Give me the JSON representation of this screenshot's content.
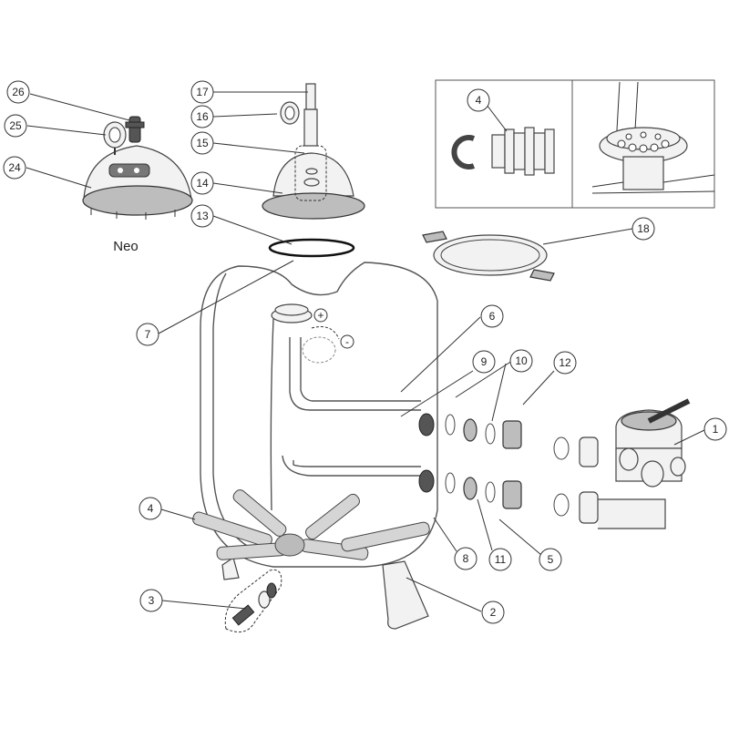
{
  "diagram": {
    "caption": "Neo",
    "callouts": [
      {
        "id": "c26",
        "label": "26"
      },
      {
        "id": "c25",
        "label": "25"
      },
      {
        "id": "c24",
        "label": "24"
      },
      {
        "id": "c17",
        "label": "17"
      },
      {
        "id": "c16",
        "label": "16"
      },
      {
        "id": "c15",
        "label": "15"
      },
      {
        "id": "c14",
        "label": "14"
      },
      {
        "id": "c13",
        "label": "13"
      },
      {
        "id": "c7",
        "label": "7"
      },
      {
        "id": "c4a",
        "label": "4"
      },
      {
        "id": "c18",
        "label": "18"
      },
      {
        "id": "c6",
        "label": "6"
      },
      {
        "id": "c9",
        "label": "9"
      },
      {
        "id": "c10",
        "label": "10"
      },
      {
        "id": "c12",
        "label": "12"
      },
      {
        "id": "c1",
        "label": "1"
      },
      {
        "id": "c4b",
        "label": "4"
      },
      {
        "id": "c8",
        "label": "8"
      },
      {
        "id": "c11",
        "label": "11"
      },
      {
        "id": "c5",
        "label": "5"
      },
      {
        "id": "c3",
        "label": "3"
      },
      {
        "id": "c2",
        "label": "2"
      }
    ],
    "rotation_marks": {
      "plus": "+",
      "minus": "-"
    }
  },
  "colors": {
    "line": "#333333",
    "fill_light": "#f2f2f2",
    "fill_dark": "#bdbdbd"
  }
}
